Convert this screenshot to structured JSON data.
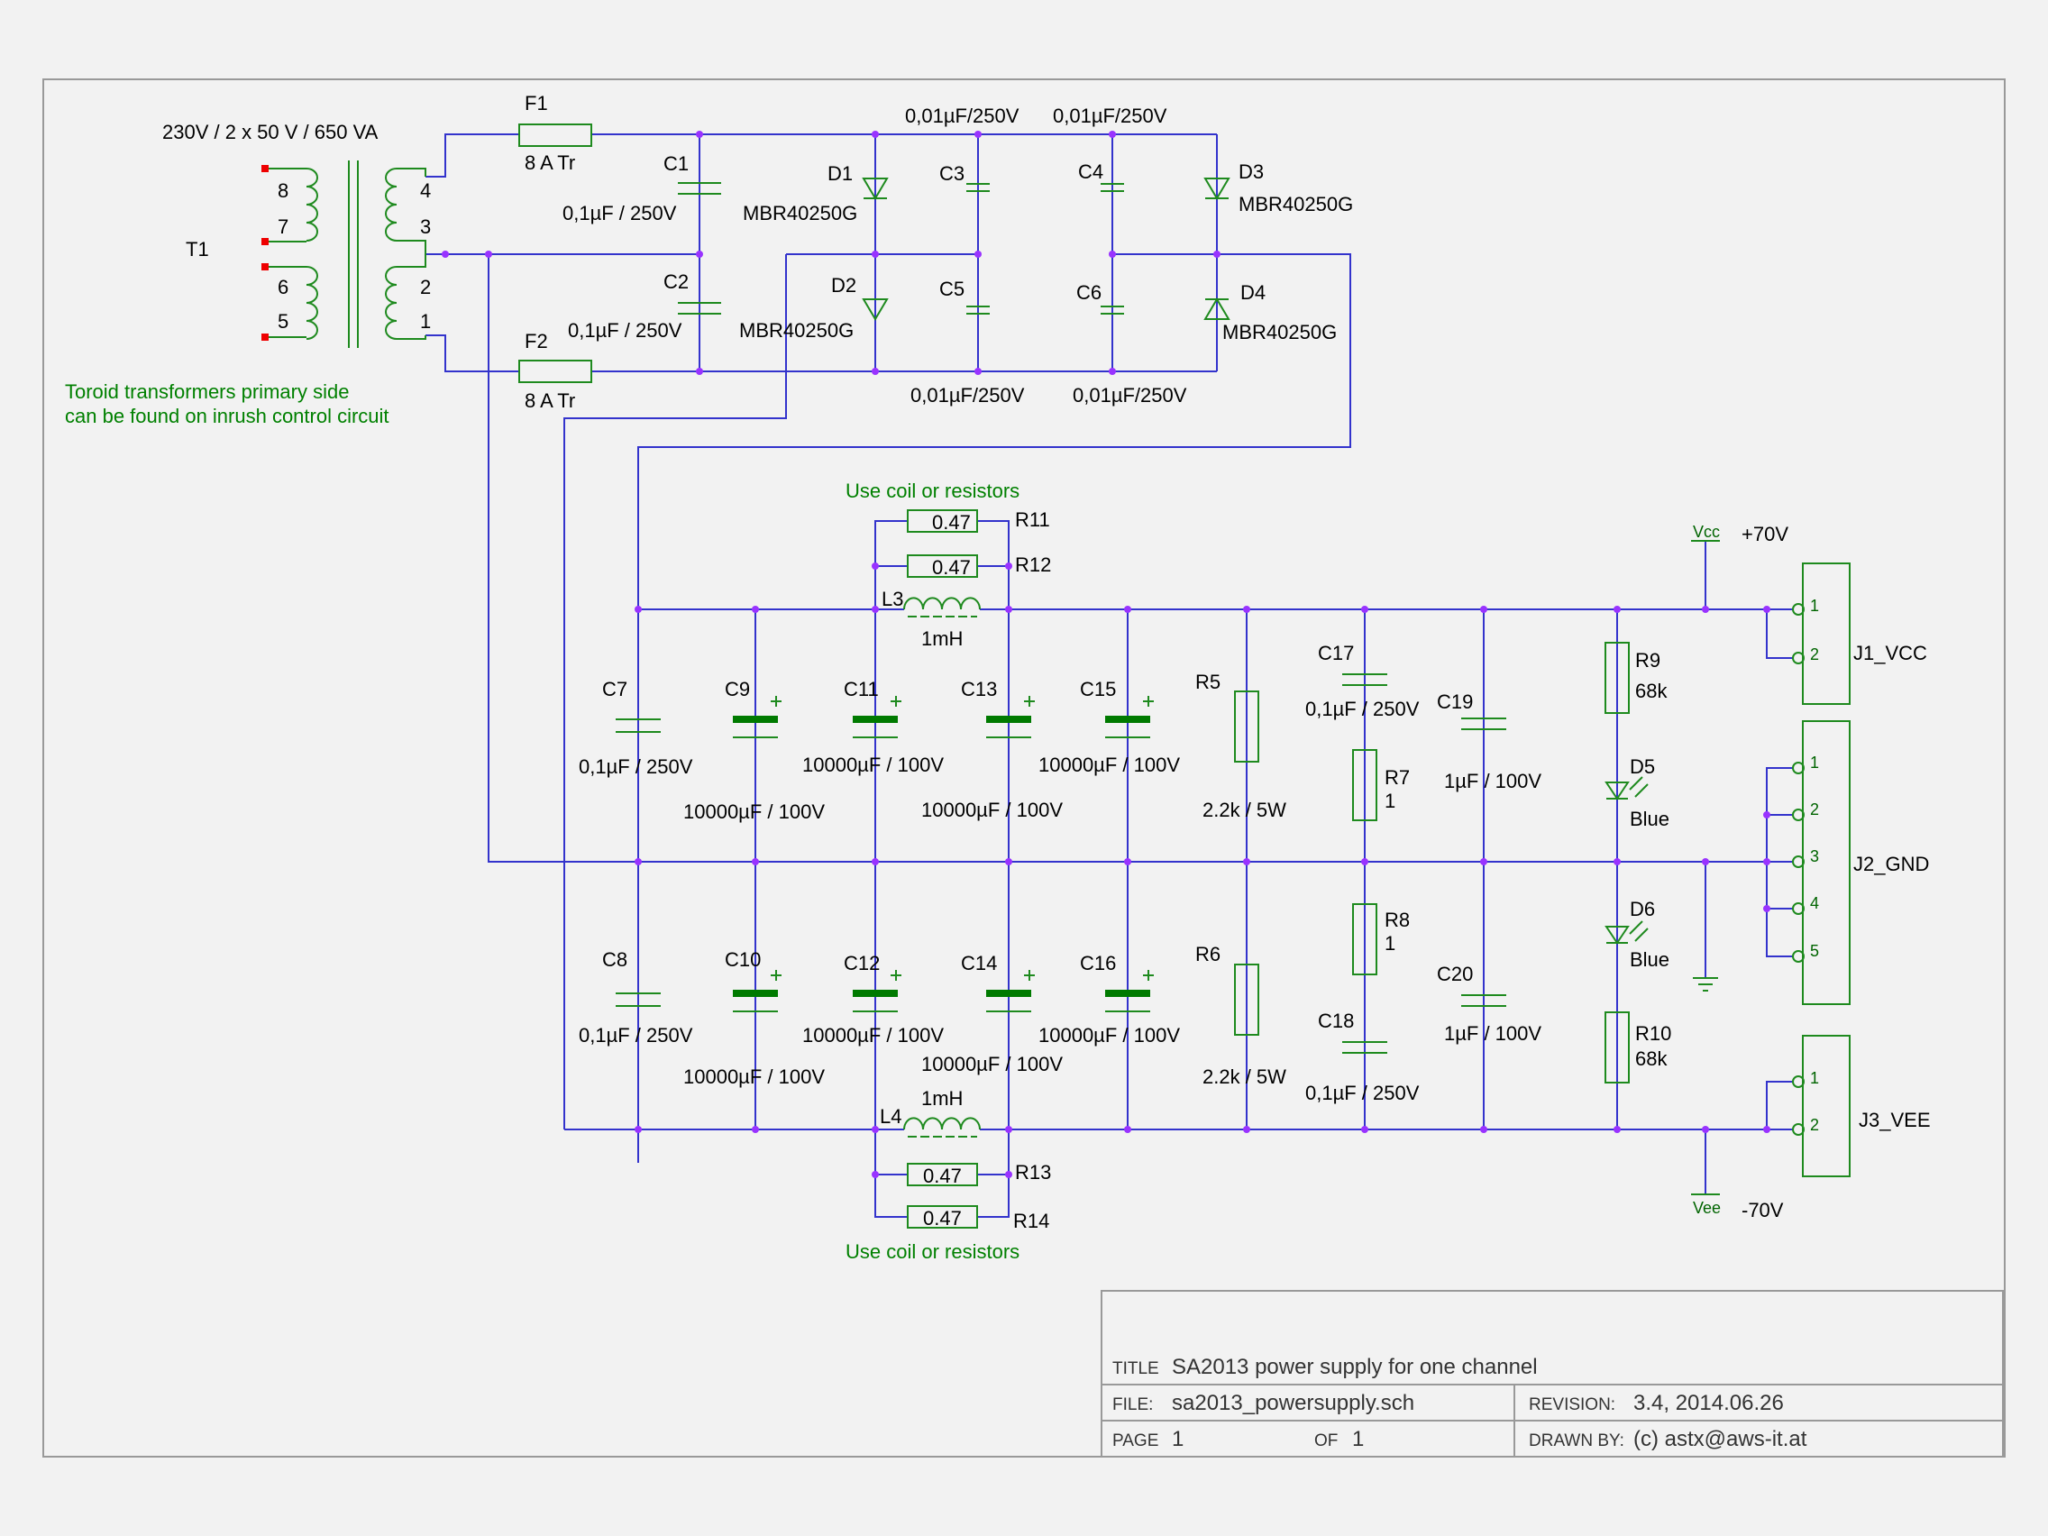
{
  "transformer": {
    "ref": "T1",
    "value": "230V / 2 x 50 V / 650 VA",
    "primary_pins": [
      "8",
      "7",
      "6",
      "5"
    ],
    "secondary_pins": [
      "4",
      "3",
      "2",
      "1"
    ],
    "note_line1": "Toroid transformers primary side",
    "note_line2": "can be found on inrush control circuit"
  },
  "fuses": [
    {
      "ref": "F1",
      "value": "8 A Tr"
    },
    {
      "ref": "F2",
      "value": "8 A Tr"
    }
  ],
  "rectifier_caps": [
    {
      "ref": "C1",
      "value": "0,1µF / 250V"
    },
    {
      "ref": "C2",
      "value": "0,1µF / 250V"
    },
    {
      "ref": "C3",
      "value": "0,01µF/250V"
    },
    {
      "ref": "C4",
      "value": "0,01µF/250V"
    },
    {
      "ref": "C5",
      "value": "0,01µF/250V"
    },
    {
      "ref": "C6",
      "value": "0,01µF/250V"
    }
  ],
  "diodes": [
    {
      "ref": "D1",
      "value": "MBR40250G"
    },
    {
      "ref": "D2",
      "value": "MBR40250G"
    },
    {
      "ref": "D3",
      "value": "MBR40250G"
    },
    {
      "ref": "D4",
      "value": "MBR40250G"
    }
  ],
  "filter": {
    "note_top": "Use coil or resistors",
    "note_bottom": "Use coil or resistors",
    "r11": {
      "ref": "R11",
      "value": "0.47"
    },
    "r12": {
      "ref": "R12",
      "value": "0.47"
    },
    "r13": {
      "ref": "R13",
      "value": "0.47"
    },
    "r14": {
      "ref": "R14",
      "value": "0.47"
    },
    "l3": {
      "ref": "L3",
      "value": "1mH"
    },
    "l4": {
      "ref": "L4",
      "value": "1mH"
    }
  },
  "caps_top": [
    {
      "ref": "C7",
      "value": "0,1µF / 250V"
    },
    {
      "ref": "C9",
      "value": "10000µF / 100V"
    },
    {
      "ref": "C11",
      "value": "10000µF / 100V"
    },
    {
      "ref": "C13",
      "value": "10000µF / 100V"
    },
    {
      "ref": "C15",
      "value": "10000µF / 100V"
    }
  ],
  "caps_bottom": [
    {
      "ref": "C8",
      "value": "0,1µF / 250V"
    },
    {
      "ref": "C10",
      "value": "10000µF / 100V"
    },
    {
      "ref": "C12",
      "value": "10000µF / 100V"
    },
    {
      "ref": "C14",
      "value": "10000µF / 100V"
    },
    {
      "ref": "C16",
      "value": "10000µF / 100V"
    }
  ],
  "bleed": {
    "r5": {
      "ref": "R5",
      "value": "2.2k / 5W"
    },
    "r6": {
      "ref": "R6",
      "value": "2.2k / 5W"
    },
    "c17": {
      "ref": "C17",
      "value": "0,1µF / 250V"
    },
    "c18": {
      "ref": "C18",
      "value": "0,1µF / 250V"
    },
    "r7": {
      "ref": "R7",
      "value": "1"
    },
    "r8": {
      "ref": "R8",
      "value": "1"
    },
    "c19": {
      "ref": "C19",
      "value": "1µF / 100V"
    },
    "c20": {
      "ref": "C20",
      "value": "1µF / 100V"
    }
  },
  "leds": {
    "r9": {
      "ref": "R9",
      "value": "68k"
    },
    "r10": {
      "ref": "R10",
      "value": "68k"
    },
    "d5": {
      "ref": "D5",
      "value": "Blue"
    },
    "d6": {
      "ref": "D6",
      "value": "Blue"
    }
  },
  "power": {
    "vcc_label": "Vcc",
    "vcc_value": "+70V",
    "vee_label": "Vee",
    "vee_value": "-70V"
  },
  "connectors": {
    "j1": {
      "ref": "J1_VCC",
      "pins": [
        "1",
        "2"
      ]
    },
    "j2": {
      "ref": "J2_GND",
      "pins": [
        "1",
        "2",
        "3",
        "4",
        "5"
      ]
    },
    "j3": {
      "ref": "J3_VEE",
      "pins": [
        "1",
        "2"
      ]
    }
  },
  "title_block": {
    "title_label": "TITLE",
    "title": "SA2013 power supply for one channel",
    "file_label": "FILE:",
    "file": "sa2013_powersupply.sch",
    "revision_label": "REVISION:",
    "revision": "3.4, 2014.06.26",
    "page_label": "PAGE",
    "page": "1",
    "of_label": "OF",
    "of": "1",
    "drawn_label": "DRAWN BY:",
    "drawn": "(c) astx@aws-it.at"
  }
}
